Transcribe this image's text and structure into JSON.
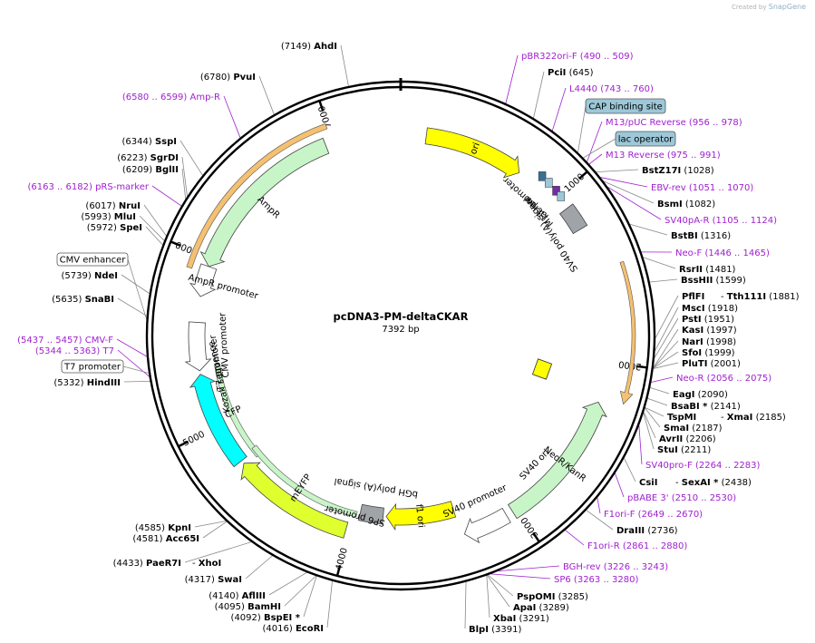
{
  "header": {
    "created_by": "Created by",
    "brand": "SnapGene"
  },
  "plasmid": {
    "name": "pcDNA3-PM-deltaCKAR",
    "size": "7392 bp",
    "length": 7392
  },
  "colors": {
    "backbone": "#000000",
    "enzyme": "#000000",
    "primer": "#a020d0",
    "ori": "#ffff00",
    "resistance": "#c8f5c8",
    "cfp": "#00ffff",
    "yfp": "#dfff2f",
    "promoter": "#ffffff",
    "polya": "#a0a4a8",
    "highlight_orange": "#f5c070",
    "lac_operator": "#9cc8d8"
  },
  "ticks": [
    {
      "label": "1000",
      "bp": 1000
    },
    {
      "label": "2000",
      "bp": 2000
    },
    {
      "label": "3000",
      "bp": 3000
    },
    {
      "label": "4000",
      "bp": 4000
    },
    {
      "label": "5000",
      "bp": 5000
    },
    {
      "label": "6000",
      "bp": 6000
    },
    {
      "label": "7000",
      "bp": 7000
    }
  ],
  "features": [
    {
      "name": "ori",
      "start": 150,
      "end": 740,
      "dir": 1,
      "r": 222,
      "color": "#ffff00",
      "label_pos": "inside",
      "text_color": "#000000"
    },
    {
      "name": "AmpR",
      "start": 5950,
      "end": 6950,
      "dir": -1,
      "r": 225,
      "color": "#c8f5c8",
      "label_pos": "under"
    },
    {
      "name": "AmpR promoter",
      "start": 5770,
      "end": 5950,
      "dir": -1,
      "r": 225,
      "color": "#ffffff",
      "label_pos": "under"
    },
    {
      "name": "CMV promoter",
      "start": 5340,
      "end": 5620,
      "dir": -1,
      "r": 225,
      "color": "#ffffff",
      "label_pos": "beside"
    },
    {
      "name": "CFP",
      "start": 4760,
      "end": 5320,
      "dir": 1,
      "r": 225,
      "color": "#00ffff",
      "label_pos": "under"
    },
    {
      "name": "mEYFP",
      "start": 4020,
      "end": 4740,
      "dir": 1,
      "r": 223,
      "color": "#dfff2f",
      "label_pos": "under"
    },
    {
      "name": "f1 ori",
      "start": 3350,
      "end": 3790,
      "dir": 1,
      "r": 200,
      "color": "#ffff00",
      "label_pos": "inside"
    },
    {
      "name": "SV40 promoter",
      "start": 3070,
      "end": 3330,
      "dir": 1,
      "r": 230,
      "color": "#ffffff",
      "label_pos": "beside"
    },
    {
      "name": "NeoR/KanR",
      "start": 2230,
      "end": 3030,
      "dir": -1,
      "r": 230,
      "color": "#c8f5c8",
      "label_pos": "inside"
    },
    {
      "name": "SV40 poly(A) signal",
      "start": 1080,
      "end": 1220,
      "dir": 0,
      "r": 230,
      "color": "#a0a4a8",
      "label_pos": "beside"
    },
    {
      "name": "bGH poly(A) signal",
      "start": 3810,
      "end": 3960,
      "dir": 0,
      "r": 200,
      "color": "#a0a4a8",
      "label_pos": "beside"
    }
  ],
  "inner_labels": [
    {
      "text": "lac promoter",
      "angle_bp": 870
    },
    {
      "text": "M13 rev",
      "angle_bp": 990
    },
    {
      "text": "SV40 ori",
      "angle_bp": 2750
    },
    {
      "text": "SP6 promoter",
      "angle_bp": 3990
    },
    {
      "text": "Kozak sequence",
      "angle_bp": 5280
    },
    {
      "text": "T7 promoter",
      "angle_bp": 5370
    }
  ],
  "enzymes_right": [
    {
      "name": "PciI",
      "pos": "(645)",
      "star": ""
    },
    {
      "name": "BstZ17I",
      "pos": "(1028)",
      "star": ""
    },
    {
      "name": "BsmI",
      "pos": "(1082)",
      "star": ""
    },
    {
      "name": "BstBI",
      "pos": "(1316)",
      "star": ""
    },
    {
      "name": "RsrII",
      "pos": "(1481)",
      "star": ""
    },
    {
      "name": "BssHII",
      "pos": "(1599)",
      "star": ""
    },
    {
      "name": "PflFI",
      "pos": "",
      "star": ""
    },
    {
      "name": "MscI",
      "pos": "(1918)",
      "star": ""
    },
    {
      "name": "PstI",
      "pos": "(1951)",
      "star": ""
    },
    {
      "name": "KasI",
      "pos": "(1997)",
      "star": ""
    },
    {
      "name": "NarI",
      "pos": "(1998)",
      "star": ""
    },
    {
      "name": "SfoI",
      "pos": "(1999)",
      "star": ""
    },
    {
      "name": "PluTI",
      "pos": "(2001)",
      "star": ""
    },
    {
      "name": "EagI",
      "pos": "(2090)",
      "star": ""
    },
    {
      "name": "BsaBI",
      "pos": "(2141)",
      "star": "*"
    },
    {
      "name": "TspMI",
      "pos": "",
      "star": ""
    },
    {
      "name": "SmaI",
      "pos": "(2187)",
      "star": ""
    },
    {
      "name": "AvrII",
      "pos": "(2206)",
      "star": ""
    },
    {
      "name": "StuI",
      "pos": "(2211)",
      "star": ""
    },
    {
      "name": "CsiI",
      "pos": "",
      "star": ""
    },
    {
      "name": "DraIII",
      "pos": "(2736)",
      "star": ""
    },
    {
      "name": "PspOMI",
      "pos": "(3285)",
      "star": ""
    },
    {
      "name": "ApaI",
      "pos": "(3289)",
      "star": ""
    },
    {
      "name": "XbaI",
      "pos": "(3291)",
      "star": ""
    },
    {
      "name": "BlpI",
      "pos": "(3391)",
      "star": ""
    }
  ],
  "enzyme_pairs": [
    {
      "name": "Tth111I",
      "pos": "(1881)"
    },
    {
      "name": "XmaI",
      "pos": "(2185)"
    },
    {
      "name": "SexAI",
      "pos": "(2438)",
      "star": "*"
    }
  ],
  "enzymes_left": [
    {
      "name": "AhdI",
      "pos": "(7149)",
      "star": ""
    },
    {
      "name": "PvuI",
      "pos": "(6780)",
      "star": ""
    },
    {
      "name": "SspI",
      "pos": "(6344)",
      "star": ""
    },
    {
      "name": "SgrDI",
      "pos": "(6223)",
      "star": ""
    },
    {
      "name": "BglII",
      "pos": "(6209)",
      "star": ""
    },
    {
      "name": "NruI",
      "pos": "(6017)",
      "star": ""
    },
    {
      "name": "MluI",
      "pos": "(5993)",
      "star": ""
    },
    {
      "name": "SpeI",
      "pos": "(5972)",
      "star": ""
    },
    {
      "name": "NdeI",
      "pos": "(5739)",
      "star": ""
    },
    {
      "name": "SnaBI",
      "pos": "(5635)",
      "star": ""
    },
    {
      "name": "HindIII",
      "pos": "(5332)",
      "star": ""
    },
    {
      "name": "KpnI",
      "pos": "(4585)",
      "star": ""
    },
    {
      "name": "Acc65I",
      "pos": "(4581)",
      "star": ""
    },
    {
      "name": "PaeR7I",
      "pos": "(4433)",
      "star": ""
    },
    {
      "name": "XhoI",
      "pos": "",
      "star": ""
    },
    {
      "name": "SwaI",
      "pos": "(4317)",
      "star": ""
    },
    {
      "name": "AflIII",
      "pos": "(4140)",
      "star": ""
    },
    {
      "name": "BamHI",
      "pos": "(4095)",
      "star": ""
    },
    {
      "name": "BspEI",
      "pos": "(4092)",
      "star": "*"
    },
    {
      "name": "EcoRI",
      "pos": "(4016)",
      "star": ""
    }
  ],
  "primers": [
    {
      "name": "pBR322ori-F",
      "range": "(490 .. 509)"
    },
    {
      "name": "L4440",
      "range": "(743 .. 760)"
    },
    {
      "name": "M13/pUC Reverse",
      "range": "(956 .. 978)"
    },
    {
      "name": "M13 Reverse",
      "range": "(975 .. 991)"
    },
    {
      "name": "EBV-rev",
      "range": "(1051 .. 1070)"
    },
    {
      "name": "SV40pA-R",
      "range": "(1105 .. 1124)"
    },
    {
      "name": "Neo-F",
      "range": "(1446 .. 1465)"
    },
    {
      "name": "Neo-R",
      "range": "(2056 .. 2075)"
    },
    {
      "name": "SV40pro-F",
      "range": "(2264 .. 2283)"
    },
    {
      "name": "pBABE 3'",
      "range": "(2510 .. 2530)"
    },
    {
      "name": "F1ori-F",
      "range": "(2649 .. 2670)"
    },
    {
      "name": "F1ori-R",
      "range": "(2861 .. 2880)"
    },
    {
      "name": "BGH-rev",
      "range": "(3226 .. 3243)"
    },
    {
      "name": "SP6",
      "range": "(3263 .. 3280)"
    },
    {
      "name": "Amp-R",
      "range": "(6580 .. 6599)"
    },
    {
      "name": "pRS-marker",
      "range": "(6163 .. 6182)"
    },
    {
      "name": "CMV-F",
      "range": "(5437 .. 5457)"
    },
    {
      "name": "T7",
      "range": "(5344 .. 5363)"
    }
  ],
  "boxed_labels": [
    {
      "name": "CAP binding site",
      "fill": "#9cc8d8"
    },
    {
      "name": "lac operator",
      "fill": "#9cc8d8"
    },
    {
      "name": "CMV enhancer",
      "fill": "#ffffff"
    },
    {
      "name": "T7 promoter",
      "fill": "#ffffff"
    }
  ]
}
